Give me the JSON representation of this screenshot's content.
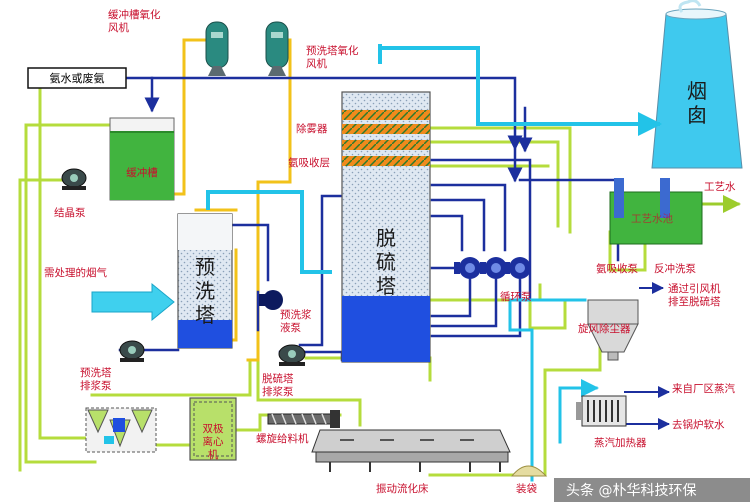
{
  "labels": {
    "ammonia_input": "氨水或废氨",
    "buffer_fan": "缓冲槽氧化风机",
    "prewash_fan": "预洗塔氧化风机",
    "demister": "除雾器",
    "ammonia_layer": "氨吸收层",
    "buffer_tank": "缓冲槽",
    "crystal_pump": "结晶泵",
    "prewash_tower": "预洗塔",
    "flue_gas": "需处理的烟气",
    "prewash_slurry_pump": "预洗浆液泵",
    "prewash_drain_pump": "预洗塔排浆泵",
    "desulf_tower": "脱硫塔",
    "circ_pump": "循环泵",
    "desulf_drain_pump": "脱硫塔排浆泵",
    "chimney": "烟囱",
    "process_water": "工艺水",
    "process_tank": "工艺水池",
    "ammonia_pump": "氨吸收泵",
    "backwash_pump": "反冲洗泵",
    "cyclone": "旋风除尘器",
    "via_fan": "通过引风机排至脱硫塔",
    "steam_from": "来自厂区蒸汽",
    "boiler_water": "去锅炉软水",
    "steam_heater": "蒸汽加热器",
    "centrifuge": "双极离心机",
    "screw_feeder": "螺旋给料机",
    "fluid_bed": "振动流化床",
    "bagging": "装袋"
  },
  "watermark": "头条 @朴华科技环保",
  "colors": {
    "label": "#c8102e",
    "pipe_blue": "#1c2f9e",
    "pipe_cyan": "#22c3e8",
    "pipe_yellow": "#f2c21a",
    "pipe_green": "#b5dc3c",
    "tank_green": "#41b43f",
    "tank_blue": "#1f4fe0",
    "packing": "#f08a1c"
  }
}
